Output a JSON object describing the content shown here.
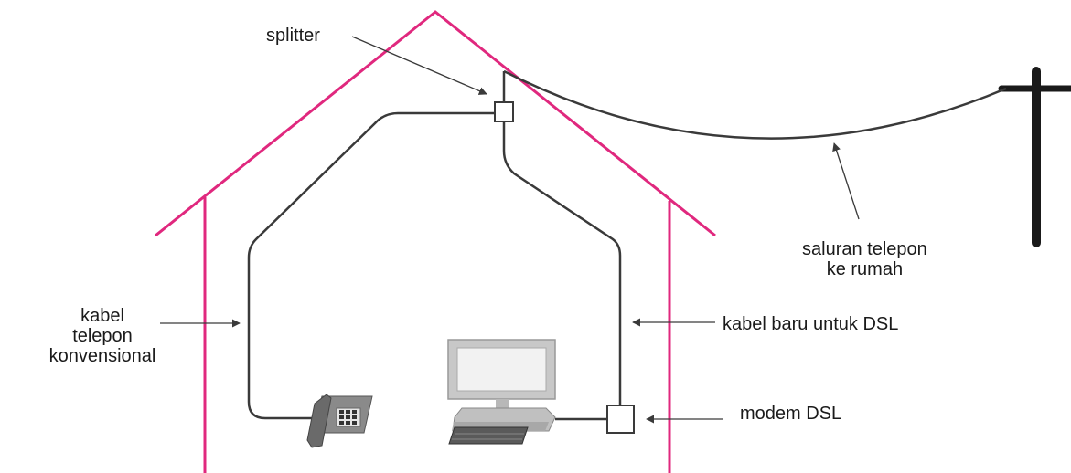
{
  "labels": {
    "splitter": "splitter",
    "line_to_house_1": "saluran telepon",
    "line_to_house_2": "ke rumah",
    "old_cable_1": "kabel",
    "old_cable_2": "telepon",
    "old_cable_3": "konvensional",
    "new_cable": "kabel baru untuk DSL",
    "modem": "modem DSL"
  },
  "colors": {
    "house_outline": "#e0287e",
    "wire": "#3a3a3a",
    "pole": "#1a1a1a",
    "monitor_frame": "#c8c8c8",
    "monitor_screen": "#f2f2f2",
    "phone_body": "#7a7a7a"
  },
  "icons": [
    "house-outline",
    "utility-pole",
    "splitter-box",
    "telephone-icon",
    "computer-monitor-icon",
    "modem-box"
  ]
}
